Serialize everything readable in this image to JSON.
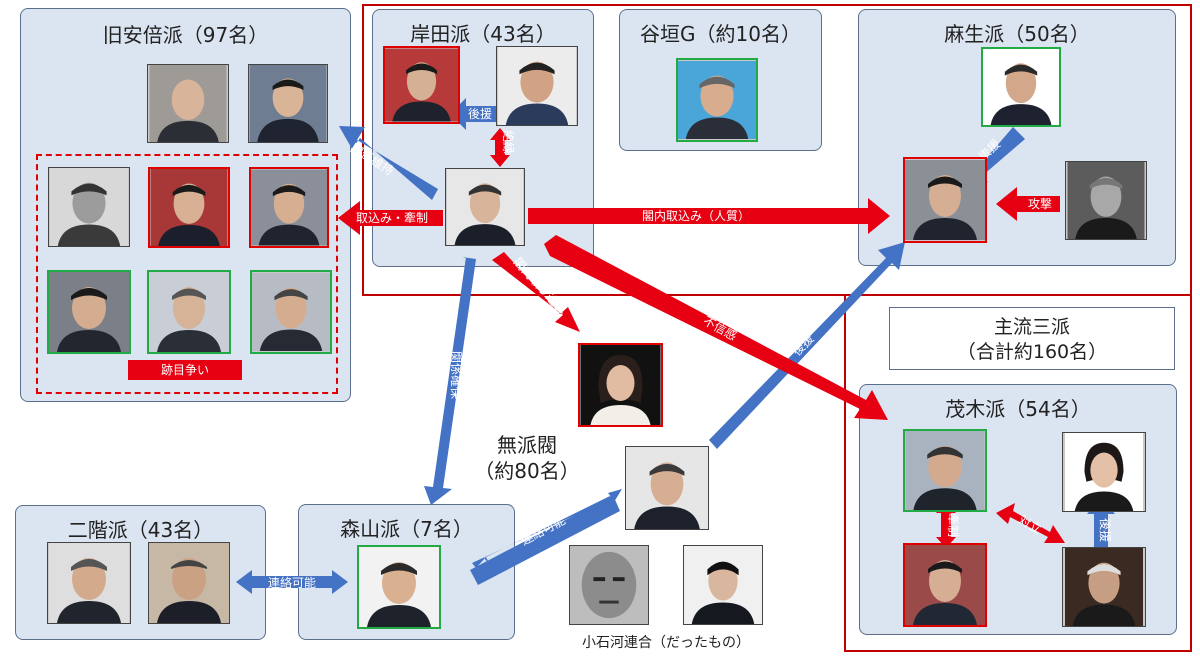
{
  "groups": {
    "abe": {
      "title": "旧安倍派（97名）"
    },
    "kishida": {
      "title": "岸田派（43名）"
    },
    "tanigaki": {
      "title": "谷垣G（約10名）"
    },
    "aso": {
      "title": "麻生派（50名）"
    },
    "motegi": {
      "title": "茂木派（54名）"
    },
    "nikai": {
      "title": "二階派（43名）"
    },
    "moriyama": {
      "title": "森山派（7名）"
    }
  },
  "mainstream_box": {
    "line1": "主流三派",
    "line2": "（合計約160名）"
  },
  "independents": {
    "line1": "無派閥",
    "line2": "（約80名）"
  },
  "koishikawa_label": "小石河連合（だったもの）",
  "succession_tag": "跡目争い",
  "arrow_labels": {
    "koan": "後援",
    "zetsuen": "絶縁",
    "kankei_iji": "関係維持",
    "torikomi_kensei": "取込み・牽制",
    "kakunai_hitojichi": "閣内取込み（人質）",
    "kakunai_torikomi": "閣内取り込み",
    "fushinkan": "不信感",
    "kankei_kakuho": "関係確保",
    "aso_koen": "後援",
    "kogeki": "攻撃",
    "suga_koen": "後援",
    "renraku_suga": "連絡可能",
    "renraku_nikai": "連絡可能",
    "kensei": "牽制",
    "tairitsu": "対立",
    "motegi_koen": "後援"
  },
  "colors": {
    "blue_arrow": "#4472c4",
    "red_arrow": "#e60012",
    "box_fill": "#dbe4f1",
    "frame_red": "#c00000",
    "green_border": "#22aa44"
  }
}
